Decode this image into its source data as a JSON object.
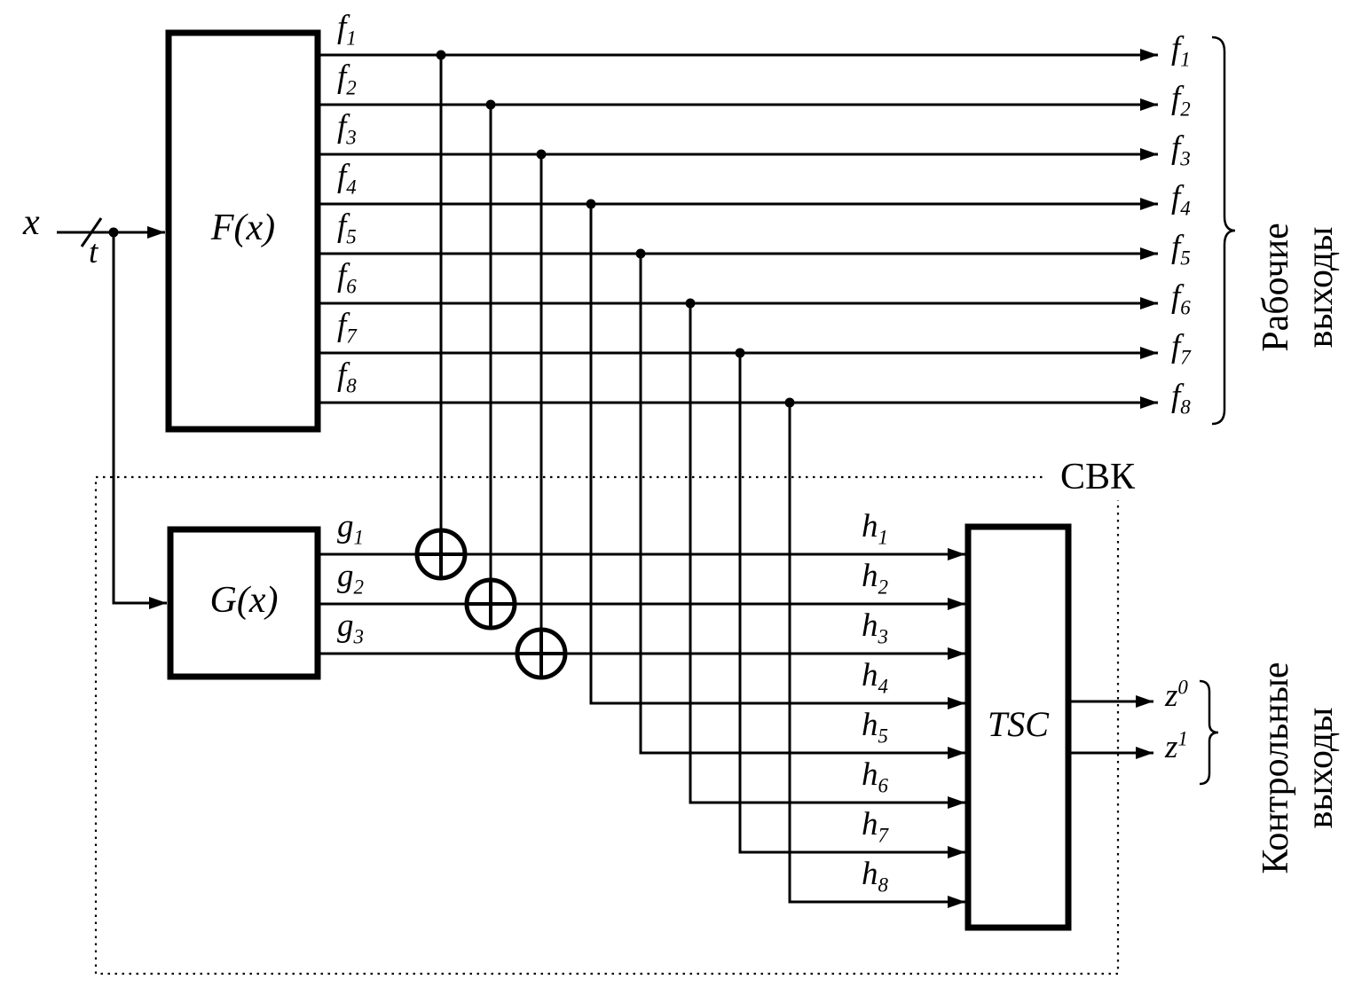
{
  "diagram": {
    "input": {
      "signal": "x",
      "bus_width": "t"
    },
    "blocks": {
      "f": "F(x)",
      "g": "G(x)",
      "tsc": "TSC"
    },
    "svk_label": "СВК",
    "f_signals": [
      {
        "base": "f",
        "sub": "1"
      },
      {
        "base": "f",
        "sub": "2"
      },
      {
        "base": "f",
        "sub": "3"
      },
      {
        "base": "f",
        "sub": "4"
      },
      {
        "base": "f",
        "sub": "5"
      },
      {
        "base": "f",
        "sub": "6"
      },
      {
        "base": "f",
        "sub": "7"
      },
      {
        "base": "f",
        "sub": "8"
      }
    ],
    "g_signals": [
      {
        "base": "g",
        "sub": "1"
      },
      {
        "base": "g",
        "sub": "2"
      },
      {
        "base": "g",
        "sub": "3"
      }
    ],
    "h_signals": [
      {
        "base": "h",
        "sub": "1"
      },
      {
        "base": "h",
        "sub": "2"
      },
      {
        "base": "h",
        "sub": "3"
      },
      {
        "base": "h",
        "sub": "4"
      },
      {
        "base": "h",
        "sub": "5"
      },
      {
        "base": "h",
        "sub": "6"
      },
      {
        "base": "h",
        "sub": "7"
      },
      {
        "base": "h",
        "sub": "8"
      }
    ],
    "z_signals": [
      {
        "base": "z",
        "sup": "0"
      },
      {
        "base": "z",
        "sup": "1"
      }
    ],
    "group_labels": {
      "working": {
        "l1": "Рабочие",
        "l2": "выходы"
      },
      "control": {
        "l1": "Контрольные",
        "l2": "выходы"
      }
    }
  }
}
